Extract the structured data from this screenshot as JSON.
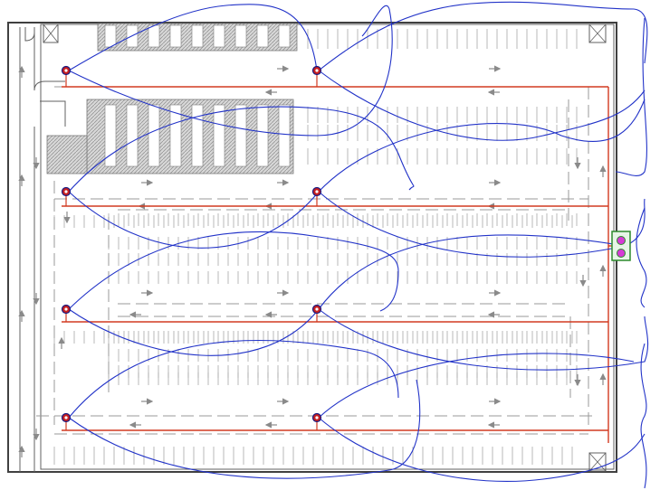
{
  "drawing": {
    "type": "parking-garage-sprinkler-plan",
    "colors": {
      "background": "#ffffff",
      "wall": "#404040",
      "stall_lines": "#a8a8a8",
      "lane_dash": "#9a9a9a",
      "arrow": "#8a8a8a",
      "hatch": "#8c8c8c",
      "pipe": "#d23a20",
      "spray_curve": "#2233c8",
      "sprinkler_head": "#c81e1e",
      "sprinkler_ring": "#1a1a80",
      "pump_box": "#49b24a",
      "pump_marker": "#d63bd6"
    },
    "sprinklers": [
      {
        "id": "r1-left"
      },
      {
        "id": "r1-right"
      },
      {
        "id": "r2-left"
      },
      {
        "id": "r2-right"
      },
      {
        "id": "r3-left"
      },
      {
        "id": "r3-right"
      },
      {
        "id": "r4-left"
      },
      {
        "id": "r4-right"
      }
    ],
    "pump": {
      "units": 2
    },
    "icons": [
      "stair-icon",
      "elevator-icon",
      "door-icon",
      "direction-arrow-icon",
      "parking-stall-icon"
    ]
  }
}
